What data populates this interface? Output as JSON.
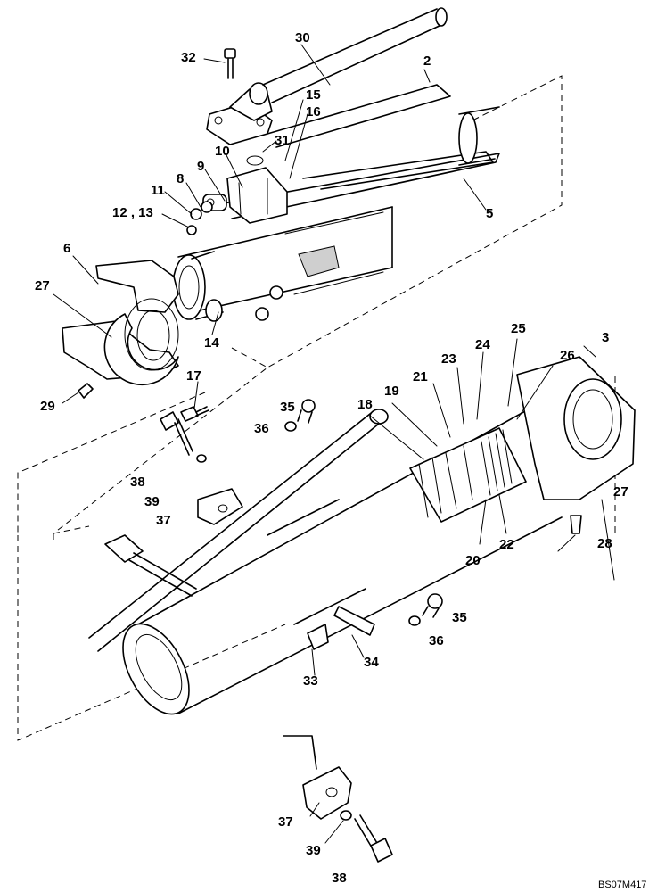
{
  "diagram": {
    "drawing_code": "BS07M417",
    "callouts": {
      "c2": "2",
      "c3": "3",
      "c5": "5",
      "c6": "6",
      "c8": "8",
      "c9": "9",
      "c10": "10",
      "c11": "11",
      "c12_13": "12 , 13",
      "c14": "14",
      "c15": "15",
      "c16": "16",
      "c17": "17",
      "c18": "18",
      "c19": "19",
      "c20": "20",
      "c21": "21",
      "c22": "22",
      "c23": "23",
      "c24": "24",
      "c25": "25",
      "c26": "26",
      "c27a": "27",
      "c27b": "27",
      "c28": "28",
      "c29": "29",
      "c30": "30",
      "c31": "31",
      "c32": "32",
      "c33": "33",
      "c34": "34",
      "c35a": "35",
      "c35b": "35",
      "c36a": "36",
      "c36b": "36",
      "c37a": "37",
      "c37b": "37",
      "c38a": "38",
      "c38b": "38",
      "c39a": "39",
      "c39b": "39"
    }
  }
}
